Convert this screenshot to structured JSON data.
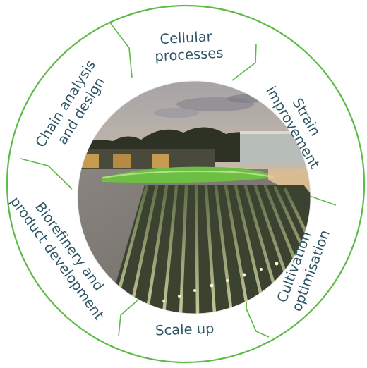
{
  "colors": {
    "ring_outline": "#5dbb46",
    "divider": "#5dbb46",
    "text": "#2f5666",
    "background": "#ffffff"
  },
  "center_photo": {
    "subject": "photobioreactor-tubes-at-sunset"
  },
  "segments": [
    {
      "id": "cellular",
      "lines": [
        "Cellular",
        "processes"
      ]
    },
    {
      "id": "strain",
      "lines": [
        "Strain",
        "improvement"
      ]
    },
    {
      "id": "cultivation",
      "lines": [
        "Cultivation",
        "optimisation"
      ]
    },
    {
      "id": "scale",
      "lines": [
        "Scale up"
      ]
    },
    {
      "id": "biorefinery",
      "lines": [
        "Biorefinery and",
        "product development"
      ]
    },
    {
      "id": "chain",
      "lines": [
        "Chain analysis",
        "and design"
      ]
    }
  ]
}
